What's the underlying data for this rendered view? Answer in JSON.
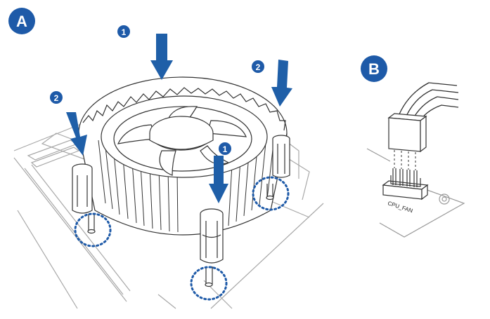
{
  "figure": {
    "panel_a": {
      "letter": "A"
    },
    "panel_b": {
      "letter": "B"
    },
    "steps": {
      "step1": "1",
      "step2": "2"
    },
    "connector": {
      "label": "CPU_FAN"
    },
    "colors": {
      "badge": "#1e5aa8",
      "arrow": "#1f5fa8",
      "callout": "#1e5aa8",
      "line": "#3a3a3a",
      "board": "#9a9a9a"
    },
    "icons": [
      "down-arrow-icon",
      "screw-callout-icon",
      "fan-cable-icon"
    ]
  }
}
